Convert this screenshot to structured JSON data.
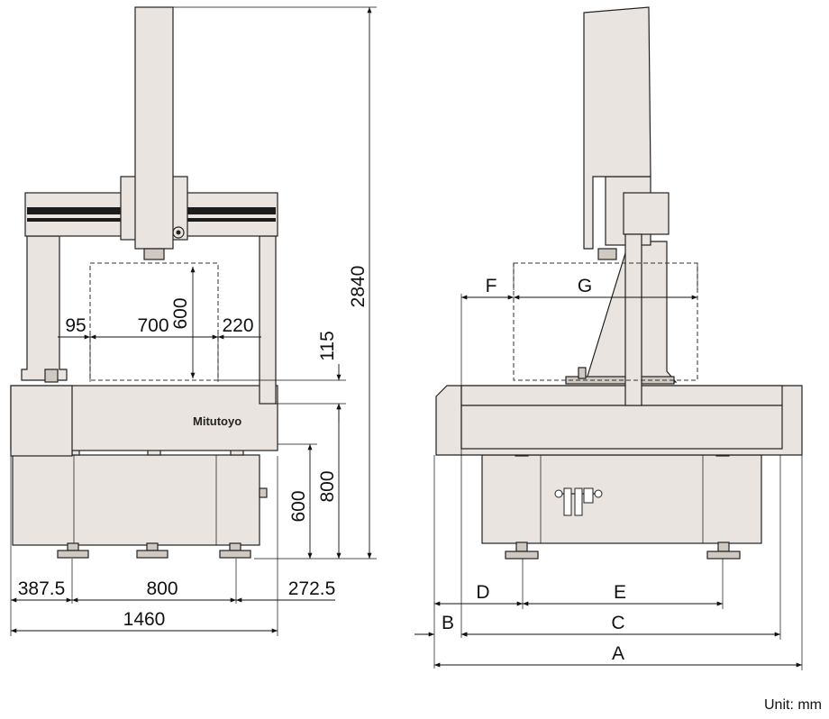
{
  "brand": "Mitutoyo",
  "unit_label": "Unit: mm",
  "front_view": {
    "dims": {
      "left_clear": "95",
      "x_range": "700",
      "right_clear": "220",
      "z_range": "600",
      "table_gap": "115",
      "total_height": "2840",
      "table_height": "800",
      "base_height": "600",
      "left_offset": "387.5",
      "foot_span": "800",
      "right_offset": "272.5",
      "total_width": "1460"
    }
  },
  "side_view": {
    "dims": {
      "F": "F",
      "G": "G",
      "D": "D",
      "E": "E",
      "B": "B",
      "C": "C",
      "A": "A"
    }
  },
  "colors": {
    "machine_fill": "#e9e4df",
    "outline": "#222222",
    "rail": "#1c1c1c"
  }
}
